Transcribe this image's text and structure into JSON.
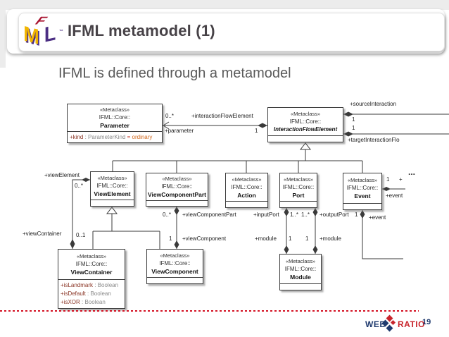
{
  "slide": {
    "title": "IFML metamodel (1)",
    "subtitle": "IFML is defined through a metamodel",
    "page_number": "19",
    "logo": {
      "top_letter": "F",
      "left_letter": "M",
      "right_letter": "L",
      "trademark": "™"
    },
    "footer": {
      "web": "WEB",
      "ratio": "RATIO"
    }
  },
  "colors": {
    "title": "#474247",
    "subtitle": "#5a5a5a",
    "dash_line": "#d41224",
    "logo_yellow": "#f2b600",
    "logo_purple": "#4b2e83",
    "logo_red": "#a8112e",
    "webratio_navy": "#1f3a6e",
    "webratio_red": "#c8252c",
    "attr_default_value": "#d2691e"
  },
  "diagram": {
    "classes": {
      "parameter": {
        "stereotype": "«Metaclass»",
        "package": "IFML::Core::",
        "name": "Parameter",
        "attributes": [
          {
            "name": "+kind",
            "type": " : ParameterKind",
            "eq": " = ",
            "value": "ordinary"
          }
        ]
      },
      "interaction_flow_element": {
        "stereotype": "«Metaclass»",
        "package": "IFML::Core::",
        "name": "InteractionFlowElement"
      },
      "view_element": {
        "stereotype": "«Metaclass»",
        "package": "IFML::Core::",
        "name": "ViewElement"
      },
      "view_component_part": {
        "stereotype": "«Metaclass»",
        "package": "IFML::Core::",
        "name": "ViewComponentPart"
      },
      "action": {
        "stereotype": "«Metaclass»",
        "package": "IFML::Core::",
        "name": "Action"
      },
      "port": {
        "stereotype": "«Metaclass»",
        "package": "IFML::Core::",
        "name": "Port"
      },
      "event": {
        "stereotype": "«Metaclass»",
        "package": "IFML::Core::",
        "name": "Event"
      },
      "view_container": {
        "stereotype": "«Metaclass»",
        "package": "IFML::Core::",
        "name": "ViewContainer",
        "attributes": [
          {
            "name": "+isLandmark",
            "type": " : Boolean"
          },
          {
            "name": "+isDefault",
            "type": " : Boolean"
          },
          {
            "name": "+isXOR",
            "type": " : Boolean"
          }
        ]
      },
      "view_component": {
        "stereotype": "«Metaclass»",
        "package": "IFML::Core::",
        "name": "ViewComponent"
      },
      "module": {
        "stereotype": "«Metaclass»",
        "package": "IFML::Core::",
        "name": "Module"
      }
    },
    "labels": {
      "parameter_mult": "0..*",
      "interaction_flow_element_role": "+interactionFlowElement",
      "parameter_role": "+parameter",
      "parameter_target_mult": "1",
      "source_interaction_role": "+sourceInteraction",
      "source_mult": "1",
      "target_mult": "1",
      "target_interaction_role": "+targetInteractionFlo",
      "view_element_role": "+viewElement",
      "view_element_mult": "0..*",
      "view_container_role": "+viewContainer",
      "view_container_mult": "0..1",
      "view_component_part_mult": "0..*",
      "view_component_part_role": "+viewComponentPart",
      "view_component_mult": "1",
      "view_component_role": "+viewComponent",
      "input_port_role": "+inputPort",
      "input_port_mult": "1..*",
      "output_port_mult": "1..*",
      "output_port_role": "+outputPort",
      "module_left_role": "+module",
      "module_left_mult": "1",
      "module_right_mult": "1",
      "module_right_role": "+module",
      "event_right_mult": "1",
      "event_right_plus": "+",
      "ellipsis": "...",
      "event_side_role": "+event",
      "event_bottom_mult": "1",
      "event_bottom_role": "+event"
    }
  }
}
